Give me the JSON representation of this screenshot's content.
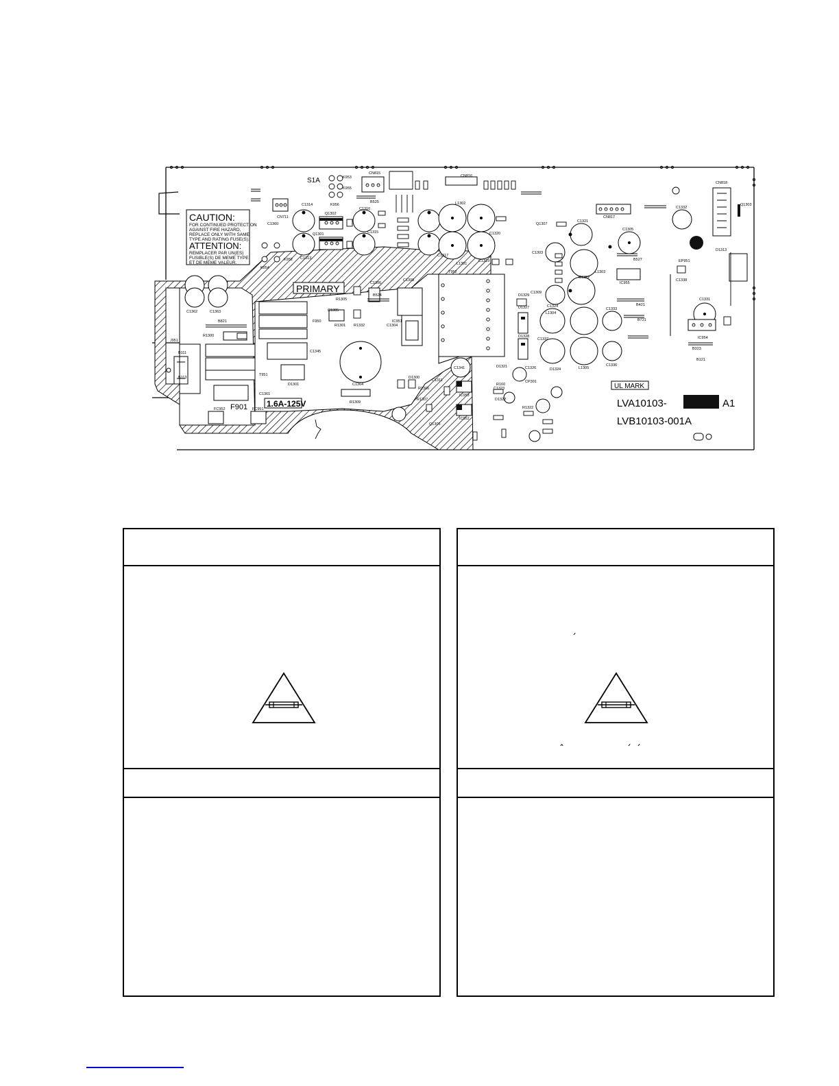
{
  "board": {
    "caution_lines": [
      "CAUTION:",
      "FOR CONTINUED PROTECTION",
      "AGAINST FIRE HAZARD,",
      "REPLACE ONLY WITH SAME",
      "TYPE AND RATING FUSE(S)."
    ],
    "attention_lines": [
      "ATTENTION:",
      "REMPLACER PAR UN(ES)",
      "FUSIBLE(S) DE MEME TYPE",
      "ET DE MEME VALEUR."
    ],
    "primary_label": "PRIMARY",
    "fuse_rating": "1.6A-125V",
    "fuse_ref": "F901",
    "ul_mark": "UL MARK",
    "part_a_prefix": "LVA10103-",
    "part_a_suffix": "A1",
    "part_b": "LVB10103-001A",
    "s1a": "S1A",
    "refs": {
      "c1362": "C1362",
      "c1363": "C1363",
      "r1300": "R1300",
      "j951": "J951",
      "b111": "B111",
      "b113": "B113",
      "fc952": "FC952",
      "fc951": "FC951",
      "t951": "T951",
      "c1345": "C1345",
      "d1301": "D1301",
      "c1361": "C1361",
      "f950": "F950",
      "b821": "B821",
      "k954": "K954",
      "k952": "K952",
      "cn711": "CN711",
      "c1360": "C1360",
      "c1314": "C1314",
      "c1313": "C1313",
      "q1302": "Q1302",
      "q1301": "Q1301",
      "c1316": "C1316",
      "c1315": "C1315",
      "cn815": "CN815",
      "b525": "B525",
      "k956": "K956",
      "k953": "K953",
      "k955": "K955",
      "cn816": "CN816",
      "l1302": "L1302",
      "l1301": "L1301",
      "c1317": "C1317",
      "c1320": "C1320",
      "c1319": "C1319",
      "t952": "T952",
      "c1306": "C1306",
      "c1364": "C1364",
      "c1308": "C1308",
      "r1305": "R1305",
      "c1305": "C1305",
      "r1301": "R1301",
      "r1332": "R1332",
      "b524": "B524",
      "ic951": "IC951",
      "c1304": "C1304",
      "r1309": "R1309",
      "ic953": "IC953",
      "ic952": "IC952",
      "c1341": "C1341",
      "cn817": "CN817",
      "q1307": "Q1307",
      "c1321": "C1321",
      "c1303": "C1303",
      "c1322": "C1322",
      "l1303": "L1303",
      "c1309": "C1309",
      "c1324": "C1324",
      "c1337": "C1337",
      "l1305": "L1305",
      "c1336": "C1336",
      "c1333": "C1333",
      "c1305b": "C1305",
      "b527": "B527",
      "ic955": "IC955",
      "b421": "B421",
      "b721": "B721",
      "c1331": "C1331",
      "ic954": "IC954",
      "b323": "B323",
      "b121": "B121",
      "c1332": "C1332",
      "ep951": "EP951",
      "cn818": "CN818",
      "d1313": "D1313",
      "c1338": "C1338",
      "q1303": "Q1303",
      "cp301": "CP301",
      "r160": "R160",
      "d1322": "D1322",
      "c1323": "C1323",
      "r1322": "R1322",
      "d1324": "D1324",
      "c1326": "C1326",
      "d1321": "D1321",
      "d1327": "D1327",
      "d1328": "D1328",
      "d1329": "D1329",
      "r1307": "R1307",
      "d1300": "D1300",
      "c1311": "C1311",
      "q1305": "Q1305",
      "r1306": "R1306",
      "l1304": "L1304"
    }
  },
  "marks": {
    "right_acute_1": "ˊ",
    "right_circumflex": "ˆ",
    "right_acute_2": "ˊ",
    "right_acute_3": "ˊ"
  },
  "colors": {
    "ink": "#000000",
    "link": "#0000cc"
  }
}
